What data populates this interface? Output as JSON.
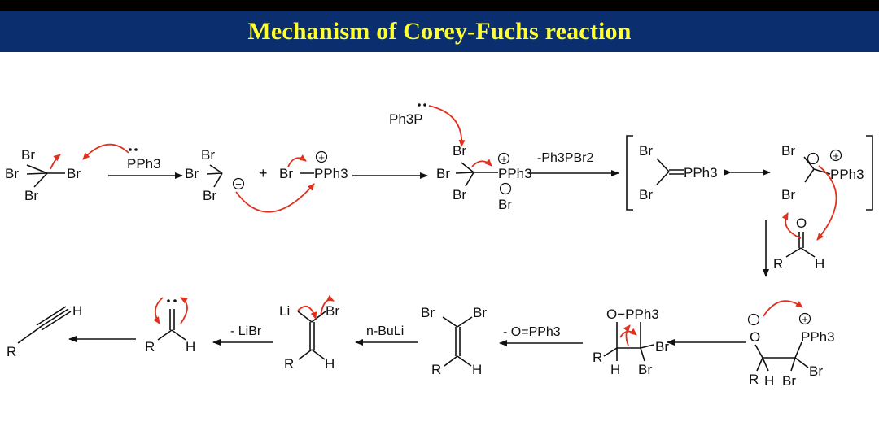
{
  "title": "Mechanism of Corey-Fuchs reaction",
  "colors": {
    "banner": "#0b2f6e",
    "title": "#ffff33",
    "arrow": "#e0301e",
    "bond": "#111111"
  },
  "atoms": {
    "br": "Br",
    "pph3": "PPh3",
    "ph3p": "Ph3P",
    "plus_sign": "+",
    "oxygen": "O",
    "hydrogen": "H",
    "r_group": "R",
    "lithium": "Li",
    "o_pph3": "O−PPh3"
  },
  "charges": {
    "positive": "+",
    "negative": "−"
  },
  "reagents": {
    "elimination_ph3pbr2": "-Ph3PBr2",
    "elimination_ph3po": "- O=PPh3",
    "nbuli": "n-BuLi",
    "elimination_libr": "- LiBr"
  }
}
